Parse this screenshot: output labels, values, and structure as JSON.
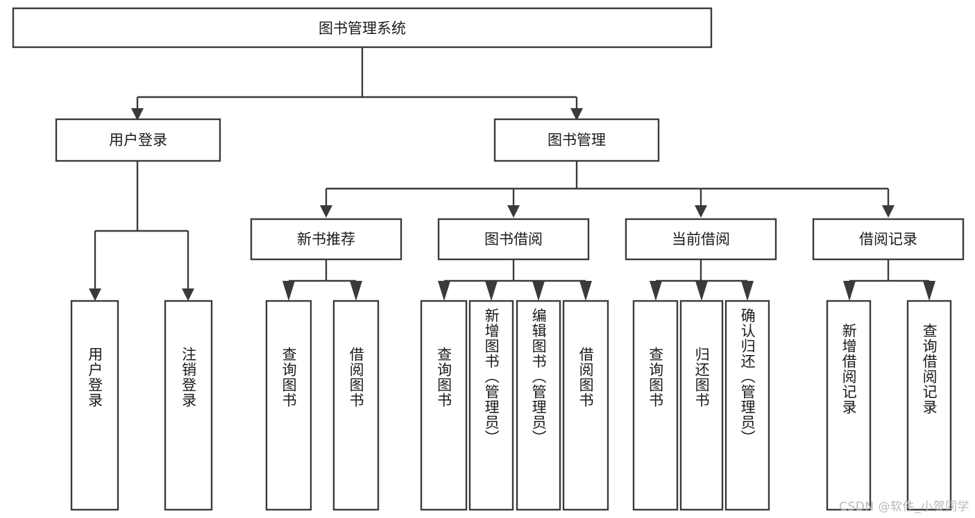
{
  "diagram": {
    "type": "tree-hierarchy",
    "title_node": {
      "id": "root",
      "label": "图书管理系统"
    },
    "level1": [
      {
        "id": "user-login",
        "label": "用户登录"
      },
      {
        "id": "book-manage",
        "label": "图书管理"
      }
    ],
    "level2": [
      {
        "id": "new-book-rec",
        "label": "新书推荐",
        "parent": "book-manage"
      },
      {
        "id": "book-borrow",
        "label": "图书借阅",
        "parent": "book-manage"
      },
      {
        "id": "current-borrow",
        "label": "当前借阅",
        "parent": "book-manage"
      },
      {
        "id": "borrow-record",
        "label": "借阅记录",
        "parent": "book-manage"
      }
    ],
    "leaves": [
      {
        "id": "leaf-user-login",
        "label": "用户登录",
        "parent": "user-login"
      },
      {
        "id": "leaf-logout",
        "label": "注销登录",
        "parent": "user-login"
      },
      {
        "id": "leaf-query-book-1",
        "label": "查询图书",
        "parent": "new-book-rec"
      },
      {
        "id": "leaf-borrow-book-1",
        "label": "借阅图书",
        "parent": "new-book-rec"
      },
      {
        "id": "leaf-query-book-2",
        "label": "查询图书",
        "parent": "book-borrow"
      },
      {
        "id": "leaf-add-book",
        "label": "新增图书（管理员）",
        "parent": "book-borrow"
      },
      {
        "id": "leaf-edit-book",
        "label": "编辑图书（管理员）",
        "parent": "book-borrow"
      },
      {
        "id": "leaf-borrow-book-2",
        "label": "借阅图书",
        "parent": "book-borrow"
      },
      {
        "id": "leaf-query-book-3",
        "label": "查询图书",
        "parent": "current-borrow"
      },
      {
        "id": "leaf-return-book",
        "label": "归还图书",
        "parent": "current-borrow"
      },
      {
        "id": "leaf-confirm-return",
        "label": "确认归还（管理员）",
        "parent": "current-borrow"
      },
      {
        "id": "leaf-add-record",
        "label": "新增借阅记录",
        "parent": "borrow-record"
      },
      {
        "id": "leaf-query-record",
        "label": "查询借阅记录",
        "parent": "borrow-record"
      }
    ],
    "colors": {
      "stroke": "#3a3a3a",
      "fill": "#ffffff",
      "text": "#1a1a1a",
      "watermark": "#b9b9b9"
    }
  },
  "watermark": {
    "text": "CSDN @软件_小贺同学"
  }
}
